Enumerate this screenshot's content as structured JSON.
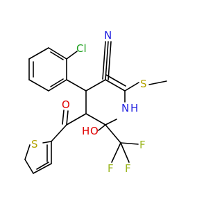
{
  "colors": {
    "background": "#ffffff",
    "bond": "#000000",
    "chlorine": "#1fa01f",
    "nitrogen": "#2020e0",
    "oxygen": "#e00000",
    "sulfur": "#b3a300",
    "fluorine": "#9ab51c",
    "carbon": "#000000"
  },
  "atom_labels": {
    "cl": "Cl",
    "n_nitrile": "N",
    "s_methylthio": "S",
    "nh": "N",
    "nh_h": "H",
    "o_carbonyl": "O",
    "s_thiophene": "S",
    "ho_h": "H",
    "ho_o": "O",
    "f1": "F",
    "f2": "F",
    "f3": "F"
  }
}
